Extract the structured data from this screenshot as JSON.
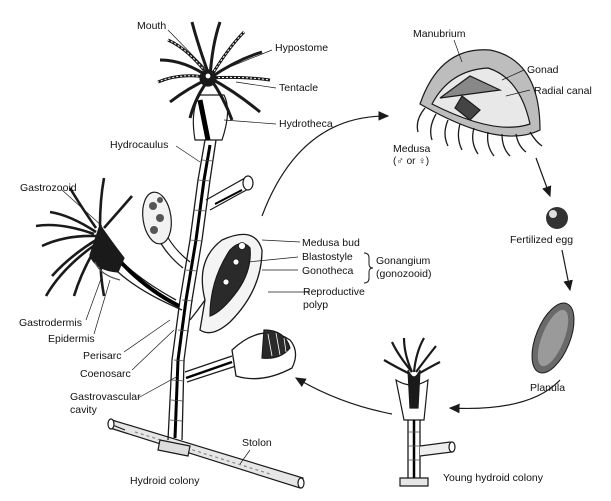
{
  "colors": {
    "ink": "#1a1a1a",
    "paper": "#ffffff",
    "shade": "#9a9a9a"
  },
  "labels": {
    "mouth": "Mouth",
    "hypostome": "Hypostome",
    "tentacle": "Tentacle",
    "hydrotheca": "Hydrotheca",
    "hydrocaulus": "Hydrocaulus",
    "gastrozooid": "Gastrozooid",
    "medusa_bud": "Medusa bud",
    "blastostyle": "Blastostyle",
    "gonotheca": "Gonotheca",
    "gonangium": "Gonangium",
    "gonozooid": "(gonozooid)",
    "reproductive_polyp_1": "Reproductive",
    "reproductive_polyp_2": "polyp",
    "gastrodermis": "Gastrodermis",
    "epidermis": "Epidermis",
    "perisarc": "Perisarc",
    "coenosarc": "Coenosarc",
    "gastrovascular_1": "Gastrovascular",
    "gastrovascular_2": "cavity",
    "stolon": "Stolon",
    "hydroid_colony": "Hydroid colony",
    "manubrium": "Manubrium",
    "gonad": "Gonad",
    "radial_canal": "Radial canal",
    "medusa": "Medusa",
    "medusa_sex": "(♂ or ♀)",
    "fertilized_egg": "Fertilized egg",
    "planula": "Planula",
    "young_hydroid_colony": "Young hydroid colony"
  }
}
